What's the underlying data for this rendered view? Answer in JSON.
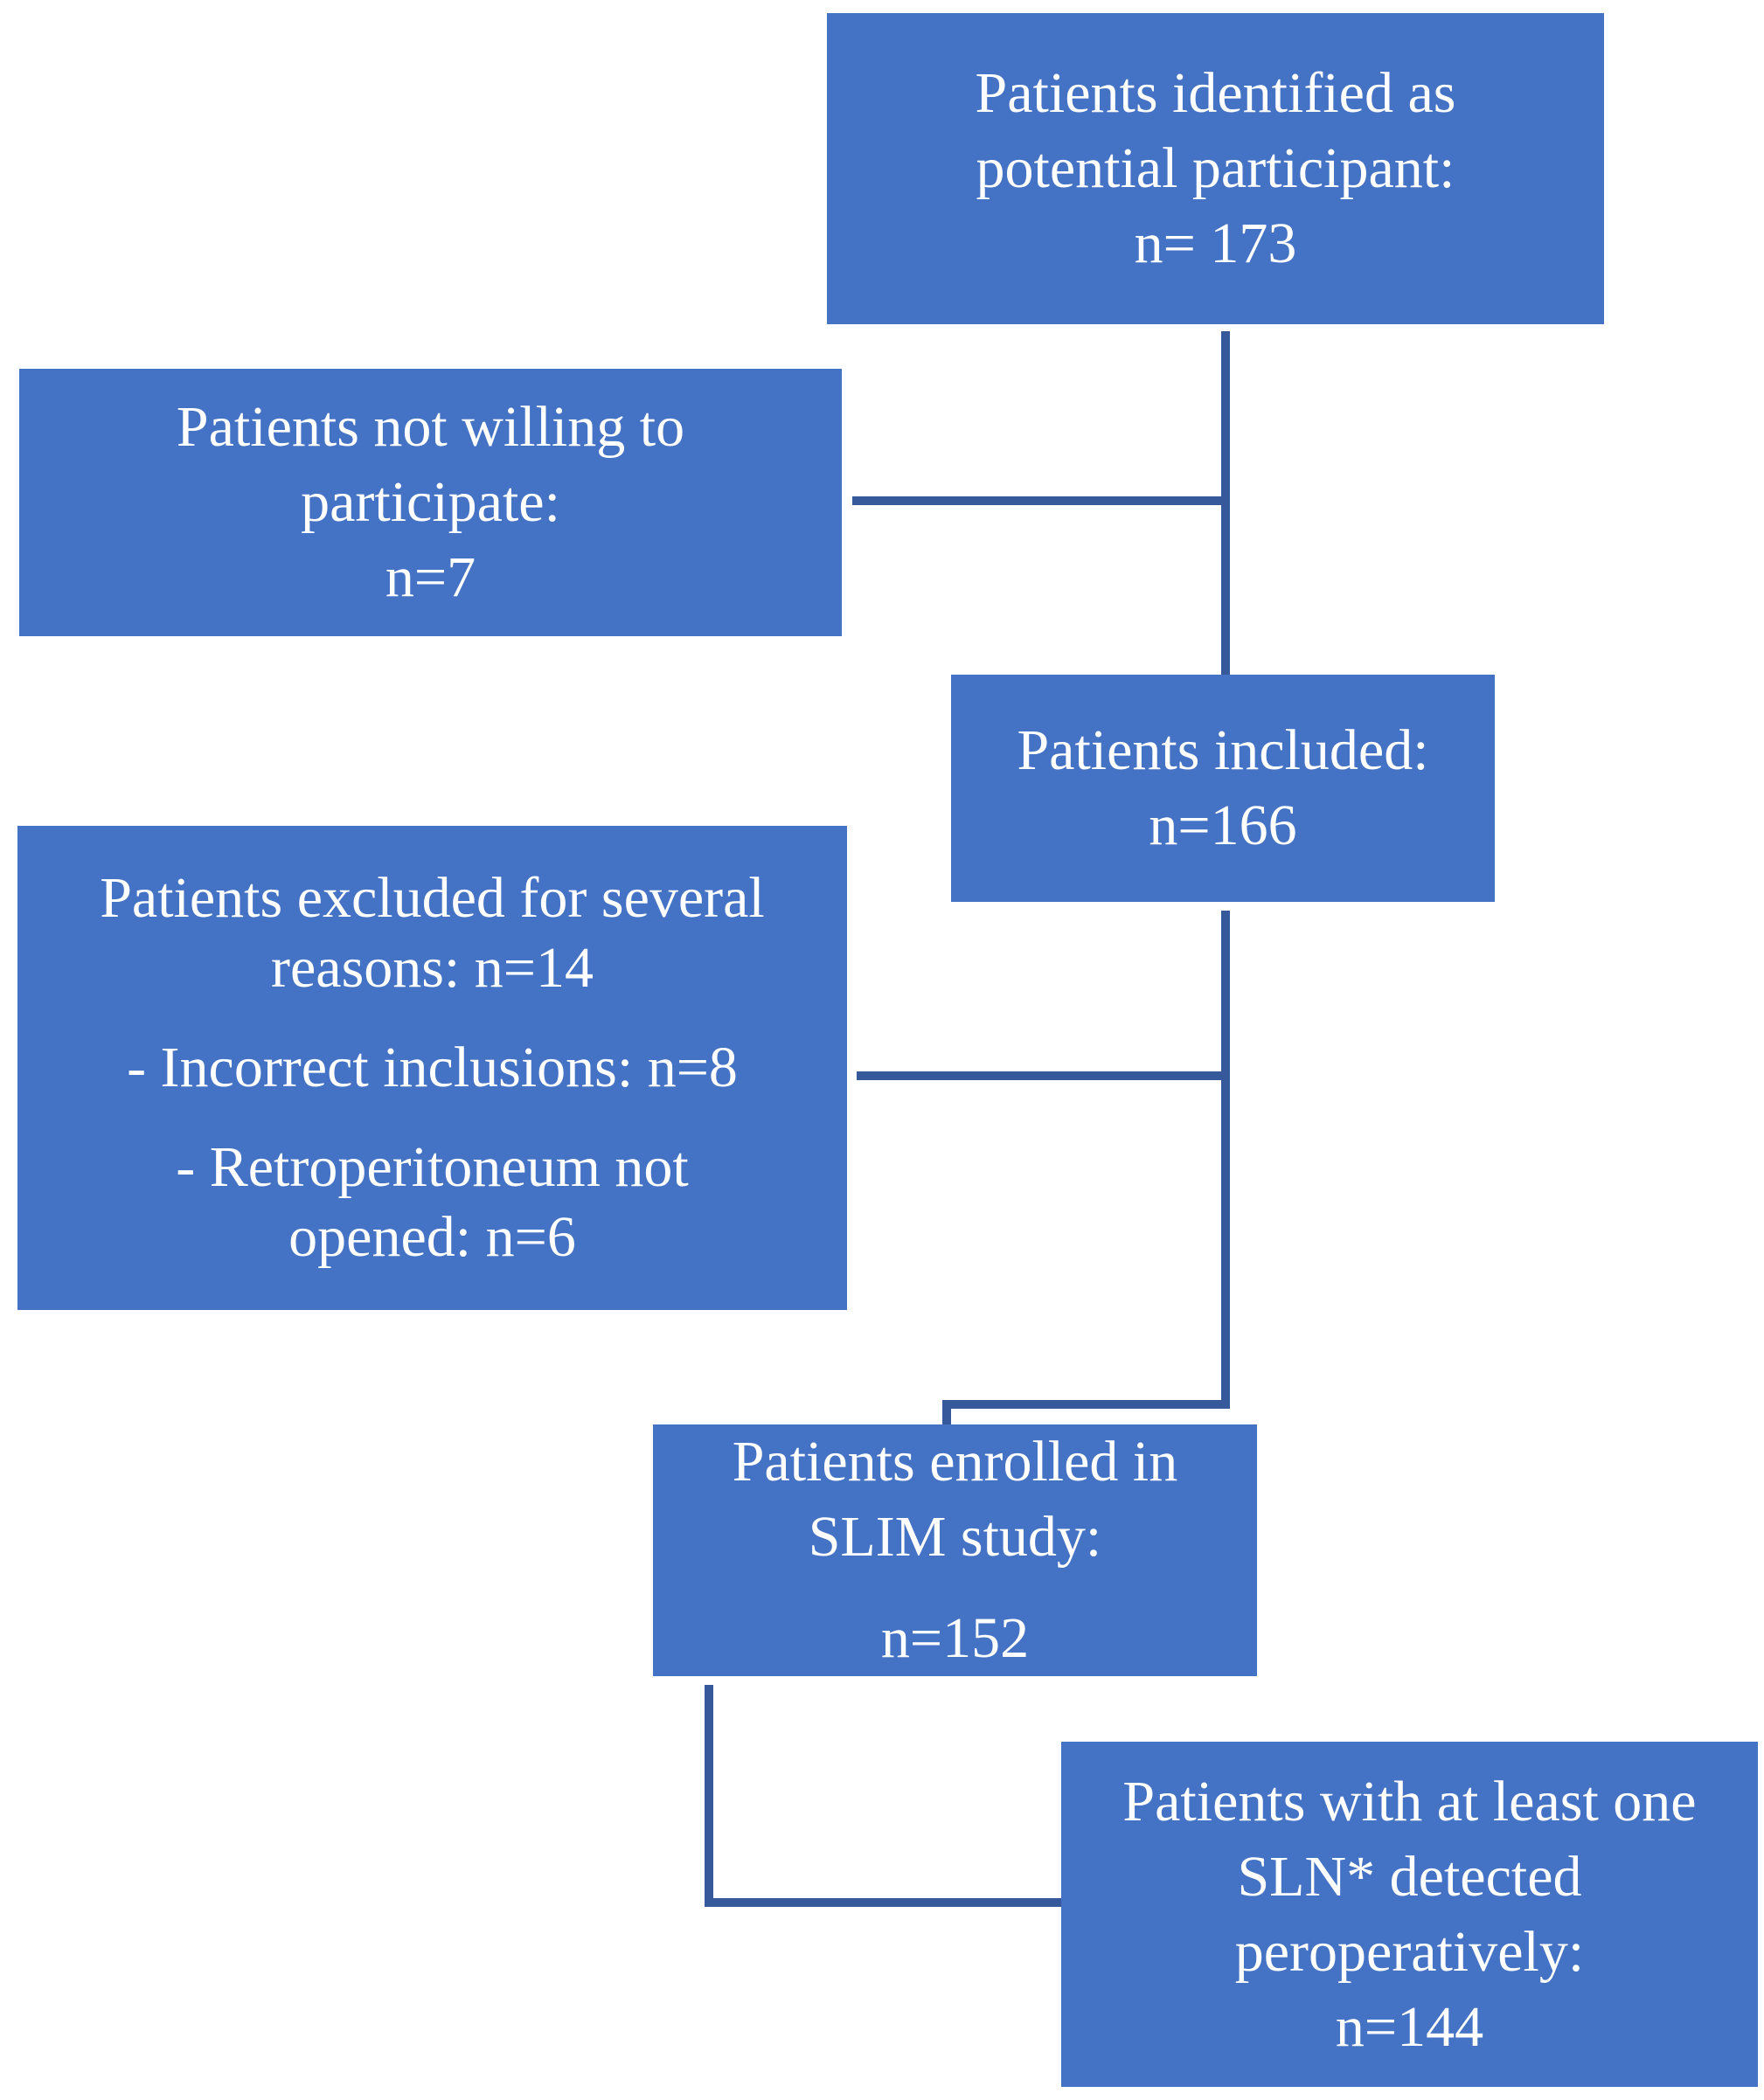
{
  "diagram": {
    "type": "flowchart",
    "colors": {
      "box_fill": "#4472C4",
      "connector": "#35599B",
      "text": "#FFFFFF",
      "background": "#FFFFFF"
    },
    "boxes": {
      "identified": {
        "n": 173,
        "lines": [
          "Patients identified as",
          "potential participant:",
          "n= 173"
        ]
      },
      "not_willing": {
        "n": 7,
        "lines": [
          "Patients not willing to",
          "participate:",
          "n=7"
        ]
      },
      "included": {
        "n": 166,
        "lines": [
          "Patients included:",
          "n=166"
        ]
      },
      "excluded": {
        "n": 14,
        "incorrect_inclusions_n": 8,
        "retroperitoneum_not_opened_n": 6,
        "lines": [
          "Patients excluded for several",
          "reasons: n=14",
          "- Incorrect inclusions: n=8",
          "- Retroperitoneum not",
          "opened: n=6"
        ]
      },
      "enrolled": {
        "n": 152,
        "lines": [
          "Patients enrolled in",
          "SLIM study:",
          "n=152"
        ]
      },
      "sln_detected": {
        "n": 144,
        "lines": [
          "Patients with at least one",
          "SLN* detected",
          "peroperatively:",
          "n=144"
        ]
      }
    }
  }
}
